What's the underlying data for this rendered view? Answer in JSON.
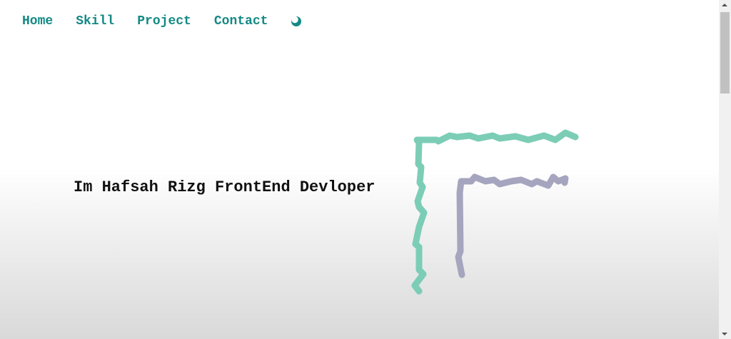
{
  "nav": {
    "items": [
      {
        "label": "Home"
      },
      {
        "label": "Skill"
      },
      {
        "label": "Project"
      },
      {
        "label": "Contact"
      }
    ],
    "theme_toggle_icon": "moon-icon"
  },
  "hero": {
    "title": "Im Hafsah Rizg FrontEnd Devloper"
  },
  "colors": {
    "nav_link": "#138a85",
    "squiggle_green": "#7ccdb6",
    "squiggle_purple": "#a6a5bf",
    "title": "#111111"
  }
}
